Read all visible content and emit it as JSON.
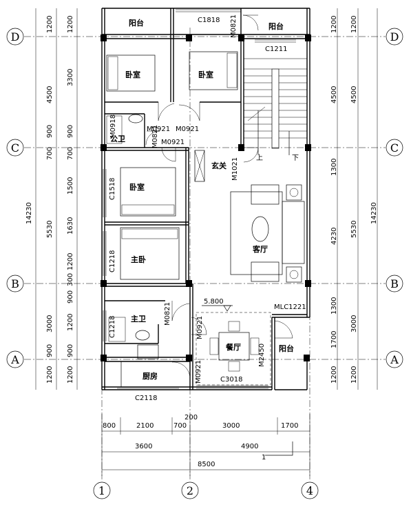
{
  "grid_rows": [
    "D",
    "C",
    "B",
    "A"
  ],
  "grid_cols": [
    "1",
    "2",
    "4"
  ],
  "rooms": {
    "balcony_north": "阳台",
    "balcony_north_east": "阳台",
    "bedroom_nw": "卧室",
    "bedroom_n": "卧室",
    "public_bath": "公卫",
    "bedroom_w": "卧室",
    "entrance": "玄关",
    "master_bedroom": "主卧",
    "living_room": "客厅",
    "master_bath": "主卫",
    "dining_room": "餐厅",
    "balcony_east": "阳台",
    "kitchen": "厨房"
  },
  "doors_windows": {
    "c1818": "C1818",
    "m0821_top": "M0821",
    "c1211": "C1211",
    "m0921_a": "M0921",
    "m0921_b": "M0921",
    "m0921_c": "M0921",
    "m0821_v": "M0821",
    "m0918": "M0918",
    "m1021": "M1021",
    "c1518": "C1518",
    "c1218": "C1218",
    "m0821_bath": "M0821",
    "c1218_bath": "C1218",
    "mlc1221": "MLC1221",
    "m0921_dining": "M0921",
    "m2450": "M2450",
    "m0921_kitchen": "M0921",
    "c3018": "C3018",
    "c2118": "C2118"
  },
  "elevation": "5.800",
  "stair_up": "上",
  "stair_down": "下",
  "label_one": "1",
  "dims_left_outer": [
    "1200",
    "4500",
    "900",
    "700",
    "5530",
    "14230",
    "3000",
    "900",
    "1200"
  ],
  "dims_left_inner": [
    "1200",
    "3300",
    "900",
    "700",
    "1500",
    "1630",
    "1200",
    "300",
    "900",
    "1200",
    "900",
    "1200"
  ],
  "dims_right_inner": [
    "1200",
    "4500",
    "1300",
    "4230",
    "1300",
    "1700",
    "1200"
  ],
  "dims_right_outer": [
    "1200",
    "4500",
    "5530",
    "14230",
    "3000",
    "1200"
  ],
  "dims_bottom_row1": [
    "800",
    "2100",
    "700",
    "200",
    "3000",
    "1700"
  ],
  "dims_bottom_row2": [
    "3600",
    "4900"
  ],
  "dims_bottom_total": "8500"
}
